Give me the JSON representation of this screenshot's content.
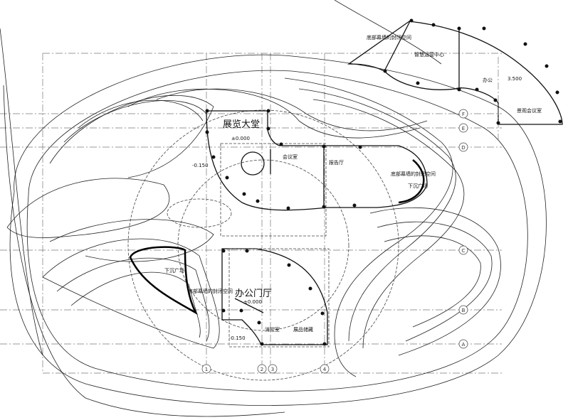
{
  "labels": {
    "closed_space_top": "底部幕墙的封闭空间",
    "smart_ops_center": "智慧运营中心",
    "office": "办公",
    "elev_3500": "3.500",
    "landscape_meeting": "景观会议室",
    "exhibition_hall": "展览大堂",
    "elev_000_top": "±0.000",
    "elev_neg150_left": "-0.150",
    "meeting_room": "会议室",
    "lecture_hall": "报告厅",
    "closed_space_right": "底部幕墙的封闭空间",
    "sunken_plaza_right": "下沉广场",
    "sunken_plaza_left": "下沉广场",
    "closed_space_left": "底部幕墙的封闭空间",
    "office_lobby": "办公门厅",
    "elev_000_bottom": "±0.000",
    "elev_neg150_bottom": "-0.150",
    "control_room": "消控室",
    "exhibit_storage": "展品储藏"
  },
  "axes": {
    "numbers": [
      "1",
      "2",
      "3",
      "4"
    ],
    "letters": [
      "F",
      "E",
      "D",
      "C",
      "B",
      "A"
    ]
  }
}
